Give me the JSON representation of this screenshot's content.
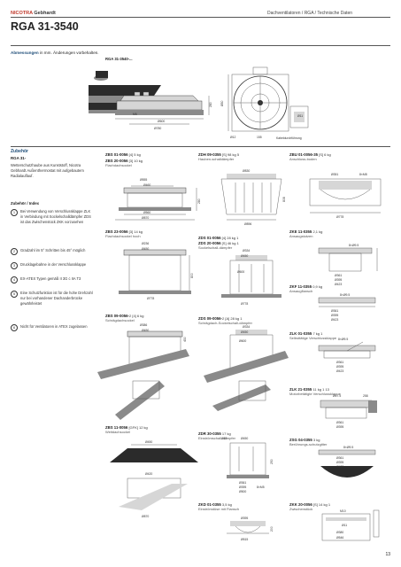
{
  "header": {
    "brand_1": "NICOTRA",
    "brand_2": "Gebhardt",
    "breadcrumb": "Dachventilatoren / RGA / Technische Daten"
  },
  "title": "RGA 31-3540",
  "dimensions": {
    "title_bold": "Abmessungen",
    "title_rest": " in mm. Änderungen vorbehalten.",
    "subtitle": "RGA 31-3540-..."
  },
  "main_dims": {
    "d1": "280",
    "d2": "Ø600",
    "d3": "Ø780",
    "d4": "Ø30",
    "d5": "Ø12",
    "d6": "155",
    "d7": "Ø11",
    "d8": "Kabeldurchführung",
    "d9": "M6"
  },
  "accessories": {
    "title": "Zubehör",
    "rga_label": "RGA 31-",
    "description": "Wetterschutzhaube aus Kunststoff, Nicotra Gebhardt Außenthermostat mit aufgebautem Radialauflauf.",
    "index_title": "Zubehör / Index",
    "notes": [
      {
        "num": "1",
        "text": "Bei Verwendung von Verschlussklappe ZLK in Verbindung mit Sockelschalldämpfer ZDS ist das Zwischenstück ZKK vorzusehen"
      },
      {
        "num": "2",
        "text": "Gradzahl im 5° Schritten bis 45° möglich"
      },
      {
        "num": "3",
        "text": "Drucklagebahne in der Verschlussklappe"
      },
      {
        "num": "4",
        "text": "EX-ATEX Typen gemäß II 3G c IIA T3"
      },
      {
        "num": "5",
        "text": "Eine Schutzfunktion ist für die hohe Drehzahl nur bei vorhandener Dachanderbrücke gewährleistet"
      },
      {
        "num": "6",
        "text": "Nicht für Ventilatoren in ATEX zugelassen"
      }
    ]
  },
  "items": {
    "zbs01": {
      "code": "ZBS 01-0056",
      "suffix": " [4] ",
      "weight": "5 kg"
    },
    "zbs20": {
      "code": "ZBS 20-0056",
      "suffix": " [3] ",
      "weight": "10 kg",
      "sub": "Flachdachsockel",
      "dims": [
        "Ø555",
        "Ø460",
        "Ø560",
        "Ø870",
        "280"
      ]
    },
    "zbs23": {
      "code": "ZBS 23-0056",
      "suffix": " [3] ",
      "weight": "14 kg",
      "sub": "Flachdachsockel hoch",
      "dims": [
        "Ø236",
        "Ø450",
        "Ø778",
        "800"
      ]
    },
    "zbs09": {
      "code": "ZBS 09-0056-",
      "suffix": "2",
      "suffix2": " [4] ",
      "weight": "6 kg",
      "sub": "Schrägdachsockel",
      "dims": [
        "Ø386",
        "Ø450",
        "430"
      ]
    },
    "zbs11": {
      "code": "ZBS 11-0056",
      "suffix": " [GFK] ",
      "weight": "12 kg",
      "sub": "Weitdachsockel",
      "dims": [
        "Ø450",
        "Ø420",
        "Ø870"
      ]
    },
    "zdh": {
      "code": "ZDH 09-0355",
      "suffix": " [S] ",
      "weight": "98 kg",
      "badge": "5",
      "sub": "Hauben-schalldämpfer",
      "dims": [
        "Ø830",
        "Ø896",
        "808"
      ]
    },
    "zds01": {
      "code": "ZDS 01-0056",
      "suffix": " [4] ",
      "weight": "28 kg",
      "badge": "1"
    },
    "zds20": {
      "code": "ZDS 20-0056",
      "suffix": " [S] ",
      "weight": "46 kg",
      "badge": "1",
      "sub": "Sockelschall-dämpfer",
      "dims": [
        "Ø334",
        "Ø450",
        "Ø600",
        "Ø778"
      ]
    },
    "zds09": {
      "code": "ZDS 09-0056-",
      "suffix": "2",
      "suffix2": " [A] ",
      "weight": "28 kg",
      "badge": "1",
      "sub": "Schrägdach-Sockelschall-dämpfer",
      "dims": [
        "Ø334",
        "Ø450",
        "Ø600"
      ]
    },
    "zdr": {
      "code": "ZDR 30-0355",
      "suffix": " ",
      "weight": "17 kg",
      "sub": "Einströmschall-dämpfer",
      "dims": [
        "Ø450",
        "Ø12",
        "Ø361",
        "Ø395",
        "Ø500",
        "8×M5",
        "250"
      ]
    },
    "zkd": {
      "code": "ZKD 01-0355",
      "suffix": " ",
      "weight": "3,5 kg",
      "sub": "Einströmdüse mit Flansch",
      "dims": [
        "Ø395",
        "Ø515",
        "200"
      ]
    },
    "zbu": {
      "code": "ZBU 01-0056-35",
      "suffix": " [S] ",
      "weight": "6 kg",
      "sub": "Anschluss-boden",
      "dims": [
        "Ø351",
        "8×M8",
        "Ø778"
      ]
    },
    "zke": {
      "code": "ZKE 11-0355",
      "suffix": " ",
      "weight": "2,1 kg",
      "sub": "Ansaugstutzen",
      "dims": [
        "8×Ø9.5",
        "Ø361",
        "Ø395",
        "Ø423"
      ]
    },
    "zkf": {
      "code": "ZKF 11-0355",
      "suffix": " ",
      "weight": "0,9 kg",
      "sub": "Ansaugflansch",
      "dims": [
        "8×Ø9.5",
        "Ø361",
        "Ø395",
        "Ø423"
      ]
    },
    "zlk01": {
      "code": "ZLK 01-0355",
      "suffix": " ",
      "weight": "7 kg",
      "badge": "1",
      "sub": "Selbsttätige Verschlussklappe",
      "dims": [
        "8×Ø9.5",
        "Ø361",
        "Ø395",
        "Ø423"
      ]
    },
    "zlk21": {
      "code": "ZLK 21-0355",
      "suffix": " ",
      "weight": "11 kg",
      "badge": "1",
      "badge2": "13",
      "sub": "Motorbetätigte Verschlussklappe",
      "dims": [
        "Ø17.5",
        "258",
        "Ø361",
        "Ø395"
      ]
    },
    "zsg": {
      "code": "ZSG 04-0355",
      "suffix": " ",
      "weight": "3 kg",
      "sub": "Berührungs-schutzgitter",
      "dims": [
        "8×Ø9.5",
        "Ø361",
        "Ø395",
        "Ø423"
      ]
    },
    "zkk": {
      "code": "ZKK 20-0056",
      "suffix": " [S] ",
      "weight": "14 kg",
      "badge": "1",
      "sub": "Zwischenstück",
      "dims": [
        "M10",
        "Ø11",
        "Ø380",
        "Ø546"
      ]
    }
  },
  "page_number": "13"
}
